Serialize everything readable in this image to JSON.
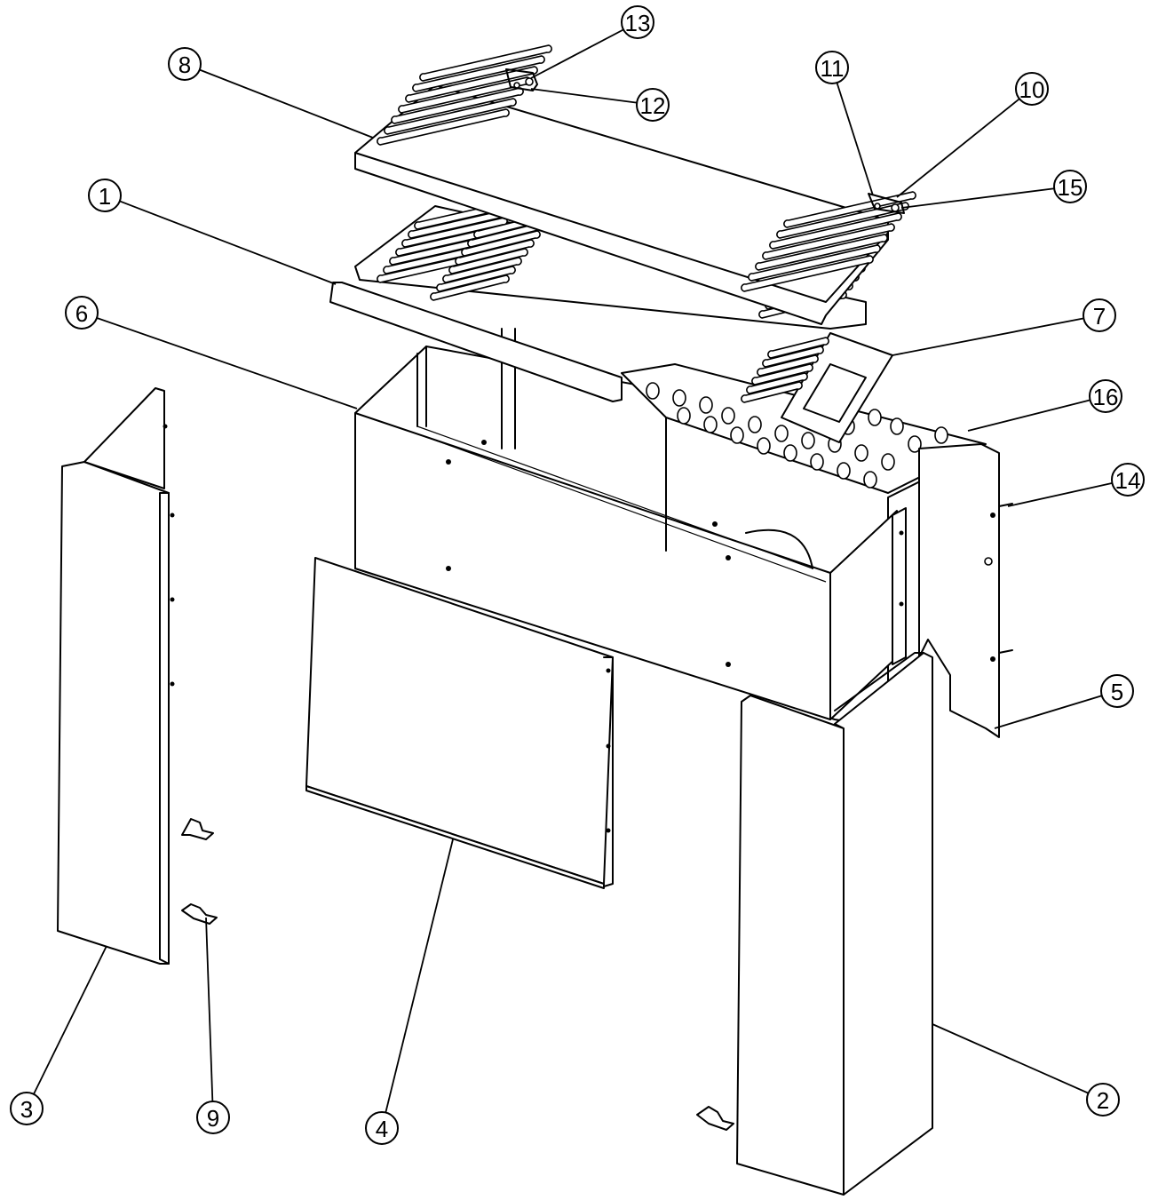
{
  "diagram": {
    "callouts": [
      {
        "label": "1"
      },
      {
        "label": "2"
      },
      {
        "label": "3"
      },
      {
        "label": "4"
      },
      {
        "label": "5"
      },
      {
        "label": "6"
      },
      {
        "label": "7"
      },
      {
        "label": "8"
      },
      {
        "label": "9"
      },
      {
        "label": "10"
      },
      {
        "label": "11"
      },
      {
        "label": "12"
      },
      {
        "label": "13"
      },
      {
        "label": "14"
      },
      {
        "label": "15"
      },
      {
        "label": "16"
      }
    ]
  }
}
